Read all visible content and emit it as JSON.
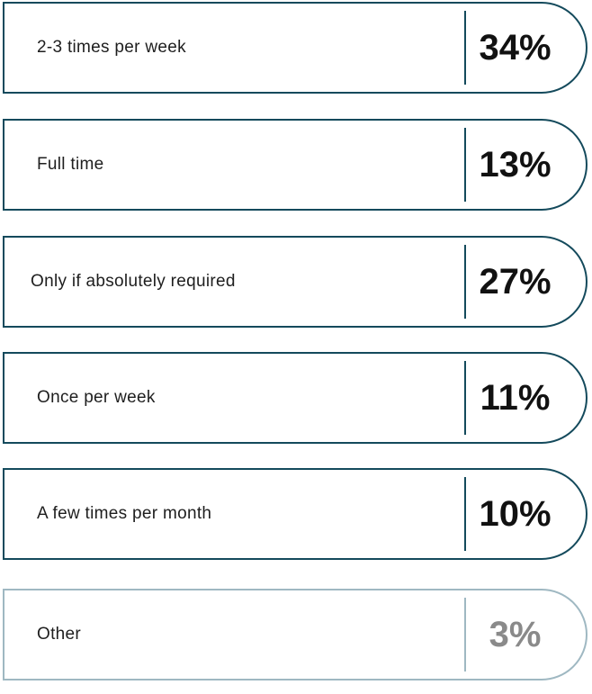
{
  "chart_data": {
    "type": "bar",
    "title": "",
    "categories": [
      "2-3 times per week",
      "Full time",
      "Only if absolutely required",
      "Once per week",
      "A few times per month",
      "Other"
    ],
    "values": [
      34,
      13,
      27,
      11,
      10,
      3
    ],
    "value_labels": [
      "34%",
      "13%",
      "27%",
      "11%",
      "10%",
      "3%"
    ],
    "unit": "%"
  },
  "colors": {
    "border": "#144a5c",
    "border_muted": "#9fb8c2",
    "text": "#1e1e1e",
    "value": "#111111",
    "value_muted": "#8a8a8a"
  }
}
